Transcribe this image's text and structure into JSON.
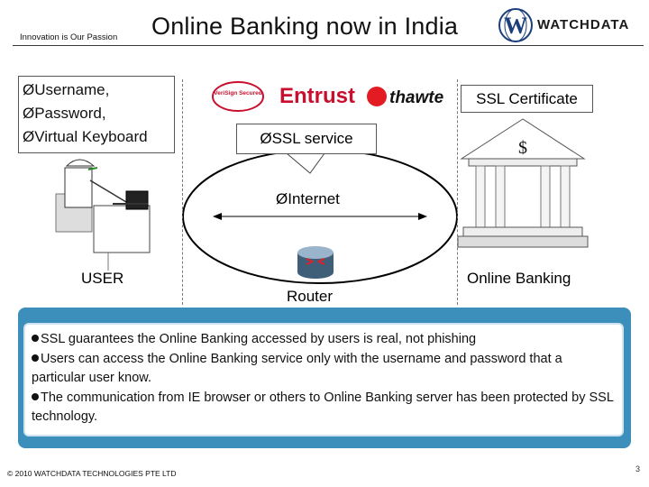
{
  "header": {
    "tagline": "Innovation is Our Passion",
    "title": "Online Banking now in India",
    "brand": "WATCHDATA",
    "brand_mark": "W"
  },
  "credentials": {
    "lines": [
      "ØUsername,",
      "ØPassword,",
      "ØVirtual Keyboard"
    ]
  },
  "trust_logos": {
    "verisign": "VeriSign Secured",
    "entrust": "Entrust",
    "thawte": "thawte"
  },
  "ssl_service_label": "ØSSL service",
  "ssl_certificate_label": "SSL Certificate",
  "internet_label": "ØInternet",
  "nodes": {
    "user": "USER",
    "router": "Router",
    "bank": "Online Banking",
    "bank_symbol": "$"
  },
  "colors": {
    "panel_blue": "#3b8fba",
    "router_dark": "#3f5f79",
    "router_light": "#9ab4cc",
    "router_arrows": "#e0202a",
    "entrust_red": "#c8102e",
    "thawte_red": "#e31b23"
  },
  "info": {
    "items": [
      "SSL guarantees the Online Banking accessed by users is real, not phishing",
      "Users can access the Online Banking service only with the username and password that a particular user know.",
      "The communication from IE browser or others to Online Banking server has been protected by SSL technology."
    ]
  },
  "footer": {
    "copyright": "© 2010 WATCHDATA TECHNOLOGIES PTE LTD",
    "page": "3"
  }
}
